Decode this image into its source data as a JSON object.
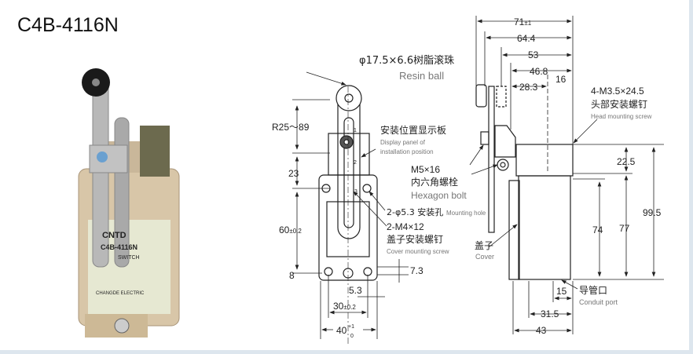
{
  "title": "C4B-4116N",
  "photo": {
    "brand": "CNTD",
    "model": "C4B-4116N",
    "subtitle": "SWITCH",
    "maker": "CHANGDE ELECTRIC"
  },
  "front_view": {
    "roller_zh": "φ17.5×6.6树脂滚珠",
    "roller_en": "Resin ball",
    "display_zh": "安装位置显示板",
    "display_en1": "Display panel of",
    "display_en2": "installation position",
    "bolt_size": "M5×16",
    "bolt_zh": "内六角螺栓",
    "bolt_en": "Hexagon bolt",
    "hole": "2-φ5.3 安装孔",
    "hole_en": "Mounting hole",
    "screw_size": "2-M4×12",
    "screw_zh": "盖子安装螺钉",
    "screw_en": "Cover mounting screw",
    "dims": {
      "r": "R25～89",
      "d23": "23",
      "d60": "60",
      "d60_tol": "±0.2",
      "d8": "8",
      "d73": "7.3",
      "d53": "5.3",
      "d30": "30",
      "d30_tol": "±0.2",
      "d40": "40",
      "d40_up": "+1",
      "d40_lo": "0"
    },
    "marks": [
      "1",
      "2",
      "3"
    ]
  },
  "side_view": {
    "dims": {
      "d71": "71",
      "d71_tol": "±1",
      "d644": "64.4",
      "d53": "53",
      "d468": "46.8",
      "d283": "28.3",
      "d16": "16",
      "d225": "22.5",
      "d995": "99.5",
      "d77": "77",
      "d74": "74",
      "d15": "15",
      "d315": "31.5",
      "d43": "43"
    },
    "head_screw": "4-M3.5×24.5",
    "head_screw_zh": "头部安装螺钉",
    "head_screw_en": "Head mounting screw",
    "cover_zh": "盖子",
    "cover_en": "Cover",
    "conduit_zh": "导管口",
    "conduit_en": "Conduit port"
  }
}
